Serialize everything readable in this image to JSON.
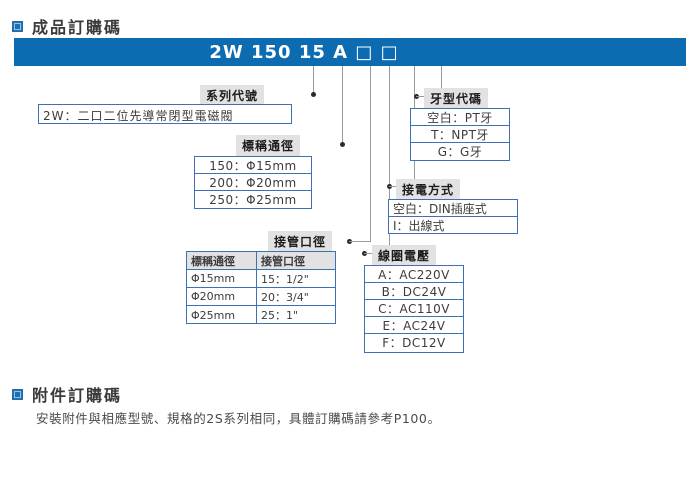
{
  "page": {
    "sections": [
      {
        "id": "finished-product",
        "title": "成品訂購碼"
      },
      {
        "id": "accessory",
        "title": "附件訂購碼"
      }
    ]
  },
  "code_bar": {
    "code": "2W 150 15 A □ □",
    "background": "#0d6cb1"
  },
  "callouts": {
    "series": {
      "label": "系列代號",
      "value": "2W：二口二位先導常閉型電磁閥"
    },
    "nominal_bore": {
      "label": "標稱通徑",
      "items": [
        "150：Φ15mm",
        "200：Φ20mm",
        "250：Φ25mm"
      ]
    },
    "pipe_bore": {
      "label": "接管口徑",
      "headers": [
        "標稱通徑",
        "接管口徑"
      ],
      "rows": [
        [
          "Φ15mm",
          "15：1/2\""
        ],
        [
          "Φ20mm",
          "20：3/4\""
        ],
        [
          "Φ25mm",
          "25：1\""
        ]
      ]
    },
    "thread_code": {
      "label": "牙型代碼",
      "items": [
        "空白：PT牙",
        "T：NPT牙",
        "G：G牙"
      ]
    },
    "wiring": {
      "label": "接電方式",
      "items": [
        "空白：DIN插座式",
        "I：出線式"
      ]
    },
    "coil_voltage": {
      "label": "線圈電壓",
      "items": [
        "A：AC220V",
        "B：DC24V",
        "C：AC110V",
        "E：AC24V",
        "F：DC12V"
      ]
    }
  },
  "accessory_note": "安裝附件與相應型號、規格的2S系列相同，具體訂購碼請參考P100。"
}
